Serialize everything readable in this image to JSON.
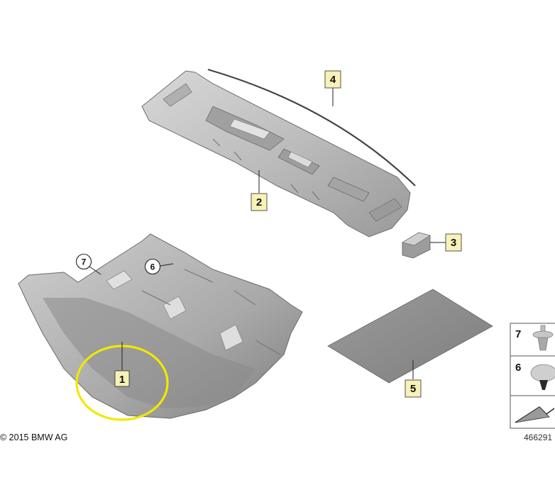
{
  "callouts": {
    "part1": "1",
    "part2": "2",
    "part3": "3",
    "part4": "4",
    "part5": "5",
    "part6": "6",
    "part7": "7"
  },
  "legend": {
    "item7": "7",
    "item6": "6"
  },
  "copyright": "© 2015 BMW AG",
  "diagram_id": "466291",
  "colors": {
    "part_fill": "#c9c9c9",
    "part_dark": "#8c8c8c",
    "mat_fill": "#8f8f8f",
    "callout_fill": "#f6f2b8",
    "highlight_circle": "#f2e800"
  }
}
